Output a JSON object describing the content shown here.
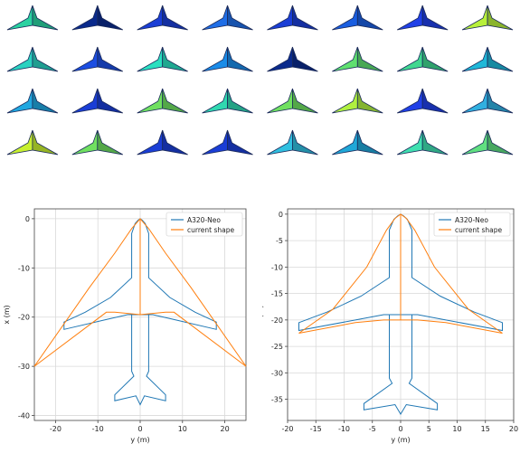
{
  "thumbnails": {
    "rows": 4,
    "cols": 8,
    "colors": [
      [
        "#2ad2a0",
        "#0a2a8c",
        "#1a3ed6",
        "#1f6ee6",
        "#1a3ed6",
        "#1a5ee0",
        "#2040e8",
        "#b8f03a"
      ],
      [
        "#2ad2c0",
        "#1c4ee2",
        "#2ae0c0",
        "#1a8ce8",
        "#0a2a8c",
        "#60e070",
        "#40d890",
        "#20b8d8"
      ],
      [
        "#20a8e0",
        "#1a3ed6",
        "#70e060",
        "#30d8b0",
        "#70e060",
        "#b0f040",
        "#2040e8",
        "#30b0e0"
      ],
      [
        "#c8f030",
        "#70e060",
        "#1a3ed6",
        "#1a3ed6",
        "#30c0e0",
        "#20a8d8",
        "#40e0b0",
        "#60e080"
      ]
    ]
  },
  "chart_data": [
    {
      "type": "line",
      "xlabel": "y (m)",
      "ylabel": "x (m)",
      "xlim": [
        -25,
        25
      ],
      "ylim": [
        -41,
        2
      ],
      "xticks": [
        -20,
        -10,
        0,
        10,
        20
      ],
      "yticks": [
        0,
        -10,
        -20,
        -30,
        -40
      ],
      "legend": "top-right",
      "grid": true,
      "series": [
        {
          "name": "A320-Neo",
          "color": "#1f77b4",
          "points": [
            [
              0,
              0
            ],
            [
              0.5,
              -0.3
            ],
            [
              1.2,
              -1
            ],
            [
              2,
              -3
            ],
            [
              2,
              -12
            ],
            [
              7,
              -16
            ],
            [
              13,
              -19
            ],
            [
              18,
              -21
            ],
            [
              18,
              -22.5
            ],
            [
              8,
              -20.5
            ],
            [
              3,
              -19.5
            ],
            [
              -3,
              -19.5
            ],
            [
              -8,
              -20.5
            ],
            [
              -18,
              -22.5
            ],
            [
              -18,
              -21
            ],
            [
              -13,
              -19
            ],
            [
              -7,
              -16
            ],
            [
              -2,
              -12
            ],
            [
              -2,
              -3
            ],
            [
              -1.2,
              -1
            ],
            [
              -0.5,
              -0.3
            ],
            [
              0,
              0
            ]
          ]
        },
        {
          "name": "A320-Neo",
          "color": "#1f77b4",
          "points": [
            [
              2,
              -19.5
            ],
            [
              2,
              -31
            ],
            [
              1.5,
              -32
            ],
            [
              6,
              -35.8
            ],
            [
              6,
              -37
            ],
            [
              1,
              -36
            ],
            [
              0,
              -37.8
            ],
            [
              -1,
              -36
            ],
            [
              -6,
              -37
            ],
            [
              -6,
              -35.8
            ],
            [
              -1.5,
              -32
            ],
            [
              -2,
              -31
            ],
            [
              -2,
              -19.5
            ]
          ]
        },
        {
          "name": "current shape",
          "color": "#ff7f0e",
          "points": [
            [
              -25,
              -30
            ],
            [
              -8,
              -19
            ],
            [
              -6,
              -19
            ],
            [
              0,
              -19.5
            ],
            [
              6,
              -19
            ],
            [
              8,
              -19
            ],
            [
              25,
              -30
            ]
          ]
        },
        {
          "name": "current shape",
          "color": "#ff7f0e",
          "points": [
            [
              -25,
              -30
            ],
            [
              -12,
              -14
            ],
            [
              -6,
              -7
            ],
            [
              -2,
              -2
            ],
            [
              0,
              0
            ],
            [
              2,
              -2
            ],
            [
              6,
              -7
            ],
            [
              12,
              -14
            ],
            [
              25,
              -30
            ]
          ]
        },
        {
          "name": "current shape",
          "color": "#ff7f0e",
          "points": [
            [
              0,
              0
            ],
            [
              0,
              -19.5
            ]
          ]
        }
      ],
      "legend_entries": [
        {
          "label": "A320-Neo",
          "color": "#1f77b4"
        },
        {
          "label": "current shape",
          "color": "#ff7f0e"
        }
      ]
    },
    {
      "type": "line",
      "xlabel": "y (m)",
      "ylabel": "x (m)",
      "xlim": [
        -20,
        20
      ],
      "ylim": [
        -39,
        1
      ],
      "xticks": [
        -20,
        -15,
        -10,
        -5,
        0,
        5,
        10,
        15,
        20
      ],
      "yticks": [
        0,
        -5,
        -10,
        -15,
        -20,
        -25,
        -30,
        -35
      ],
      "legend": "top-right",
      "grid": true,
      "series": [
        {
          "name": "A320-Neo",
          "color": "#1f77b4",
          "points": [
            [
              0,
              0
            ],
            [
              0.5,
              -0.3
            ],
            [
              1.2,
              -1
            ],
            [
              2,
              -3
            ],
            [
              2,
              -12
            ],
            [
              7,
              -15.5
            ],
            [
              13,
              -18.5
            ],
            [
              18,
              -20.5
            ],
            [
              18,
              -22
            ],
            [
              8,
              -20
            ],
            [
              3,
              -19
            ],
            [
              -3,
              -19
            ],
            [
              -8,
              -20
            ],
            [
              -18,
              -22
            ],
            [
              -18,
              -20.5
            ],
            [
              -13,
              -18.5
            ],
            [
              -7,
              -15.5
            ],
            [
              -2,
              -12
            ],
            [
              -2,
              -3
            ],
            [
              -1.2,
              -1
            ],
            [
              -0.5,
              -0.3
            ],
            [
              0,
              0
            ]
          ]
        },
        {
          "name": "A320-Neo",
          "color": "#1f77b4",
          "points": [
            [
              2,
              -19
            ],
            [
              2,
              -31
            ],
            [
              1.5,
              -32
            ],
            [
              6.5,
              -35.8
            ],
            [
              6.5,
              -37
            ],
            [
              1,
              -36
            ],
            [
              0,
              -37.8
            ],
            [
              -1,
              -36
            ],
            [
              -6.5,
              -37
            ],
            [
              -6.5,
              -35.8
            ],
            [
              -1.5,
              -32
            ],
            [
              -2,
              -31
            ],
            [
              -2,
              -19
            ]
          ]
        },
        {
          "name": "current shape",
          "color": "#ff7f0e",
          "points": [
            [
              -18,
              -22.5
            ],
            [
              -8,
              -20.5
            ],
            [
              -3,
              -20
            ],
            [
              0,
              -20
            ],
            [
              3,
              -20
            ],
            [
              8,
              -20.5
            ],
            [
              18,
              -22.5
            ]
          ]
        },
        {
          "name": "current shape",
          "color": "#ff7f0e",
          "points": [
            [
              -18,
              -22.5
            ],
            [
              -12,
              -18
            ],
            [
              -6,
              -10
            ],
            [
              -2.5,
              -3
            ],
            [
              -1,
              -0.8
            ],
            [
              0,
              0
            ],
            [
              1,
              -0.8
            ],
            [
              2.5,
              -3
            ],
            [
              6,
              -10
            ],
            [
              12,
              -18
            ],
            [
              18,
              -22.5
            ]
          ]
        },
        {
          "name": "current shape",
          "color": "#ff7f0e",
          "points": [
            [
              0,
              0
            ],
            [
              0,
              -20
            ]
          ]
        }
      ],
      "legend_entries": [
        {
          "label": "A320-Neo",
          "color": "#1f77b4"
        },
        {
          "label": "current shape",
          "color": "#ff7f0e"
        }
      ]
    }
  ]
}
